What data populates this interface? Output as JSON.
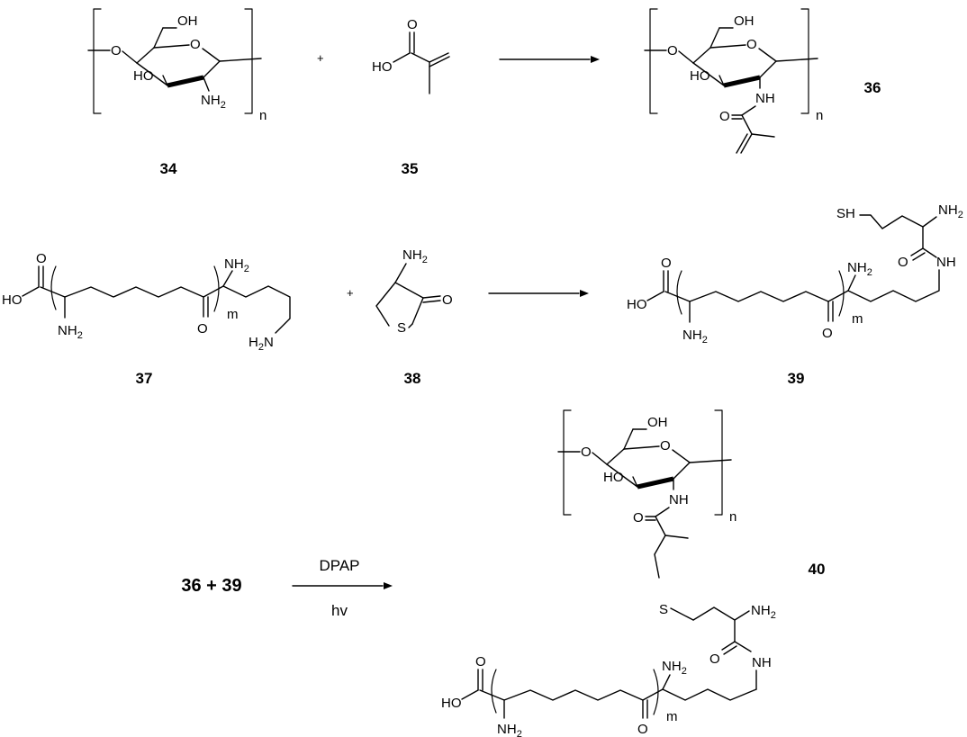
{
  "atoms": {
    "O": "O",
    "OH": "OH",
    "HO": "HO",
    "NH": "NH",
    "S": "S",
    "SH": "SH",
    "N": "N",
    "NH_N": "NH",
    "H2": "H",
    "H2N_H": "H",
    "two": "2"
  },
  "repeat": {
    "n": "n",
    "m": "m"
  },
  "compounds": {
    "c34": "34",
    "c35": "35",
    "c36": "36",
    "c37": "37",
    "c38": "38",
    "c39": "39",
    "c40": "40"
  },
  "plus": "+",
  "reaction3": {
    "reactants": "36 + 39",
    "reagent": "DPAP",
    "condition": "hv"
  }
}
